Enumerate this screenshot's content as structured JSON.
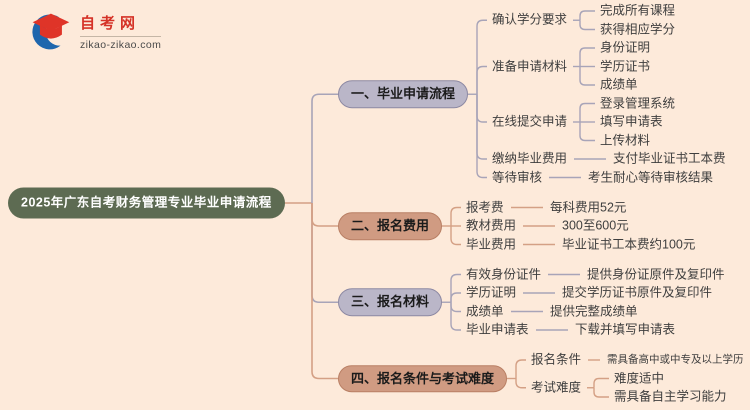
{
  "logo": {
    "site_name": "自考网",
    "site_url": "zikao-zikao.com"
  },
  "root": {
    "label": "2025年广东自考财务管理专业毕业申请流程"
  },
  "branches": [
    {
      "label": "一、毕业申请流程",
      "color": "lavender",
      "items": [
        {
          "label": "确认学分要求",
          "children": [
            "完成所有课程",
            "获得相应学分"
          ]
        },
        {
          "label": "准备申请材料",
          "children": [
            "身份证明",
            "学历证书",
            "成绩单"
          ]
        },
        {
          "label": "在线提交申请",
          "children": [
            "登录管理系统",
            "填写申请表",
            "上传材料"
          ]
        },
        {
          "label": "缴纳毕业费用",
          "children": [
            "支付毕业证书工本费"
          ]
        },
        {
          "label": "等待审核",
          "children": [
            "考生耐心等待审核结果"
          ]
        }
      ]
    },
    {
      "label": "二、报名费用",
      "color": "salmon",
      "items": [
        {
          "label": "报考费",
          "children": [
            "每科费用52元"
          ]
        },
        {
          "label": "教材费用",
          "children": [
            "300至600元"
          ]
        },
        {
          "label": "毕业费用",
          "children": [
            "毕业证书工本费约100元"
          ]
        }
      ]
    },
    {
      "label": "三、报名材料",
      "color": "lavender",
      "items": [
        {
          "label": "有效身份证件",
          "children": [
            "提供身份证原件及复印件"
          ]
        },
        {
          "label": "学历证明",
          "children": [
            "提交学历证书原件及复印件"
          ]
        },
        {
          "label": "成绩单",
          "children": [
            "提供完整成绩单"
          ]
        },
        {
          "label": "毕业申请表",
          "children": [
            "下载并填写申请表"
          ]
        }
      ]
    },
    {
      "label": "四、报名条件与考试难度",
      "color": "salmon",
      "items": [
        {
          "label": "报名条件",
          "children": [
            "需具备高中或中专及以上学历"
          ]
        },
        {
          "label": "考试难度",
          "children": [
            "难度适中",
            "需具备自主学习能力"
          ]
        }
      ]
    }
  ],
  "colors": {
    "background": "#fdeada",
    "root_fill": "#5d6b52",
    "root_text": "#ffffff",
    "lavender_fill": "#bab6c8",
    "lavender_border": "#8d89a3",
    "salmon_fill": "#d09b82",
    "salmon_border": "#b97f64",
    "lavender_line": "#a8a4b8",
    "salmon_line": "#d4a085",
    "text": "#3e3e3e",
    "logo_red": "#d53227",
    "logo_blue": "#1e66ad"
  }
}
